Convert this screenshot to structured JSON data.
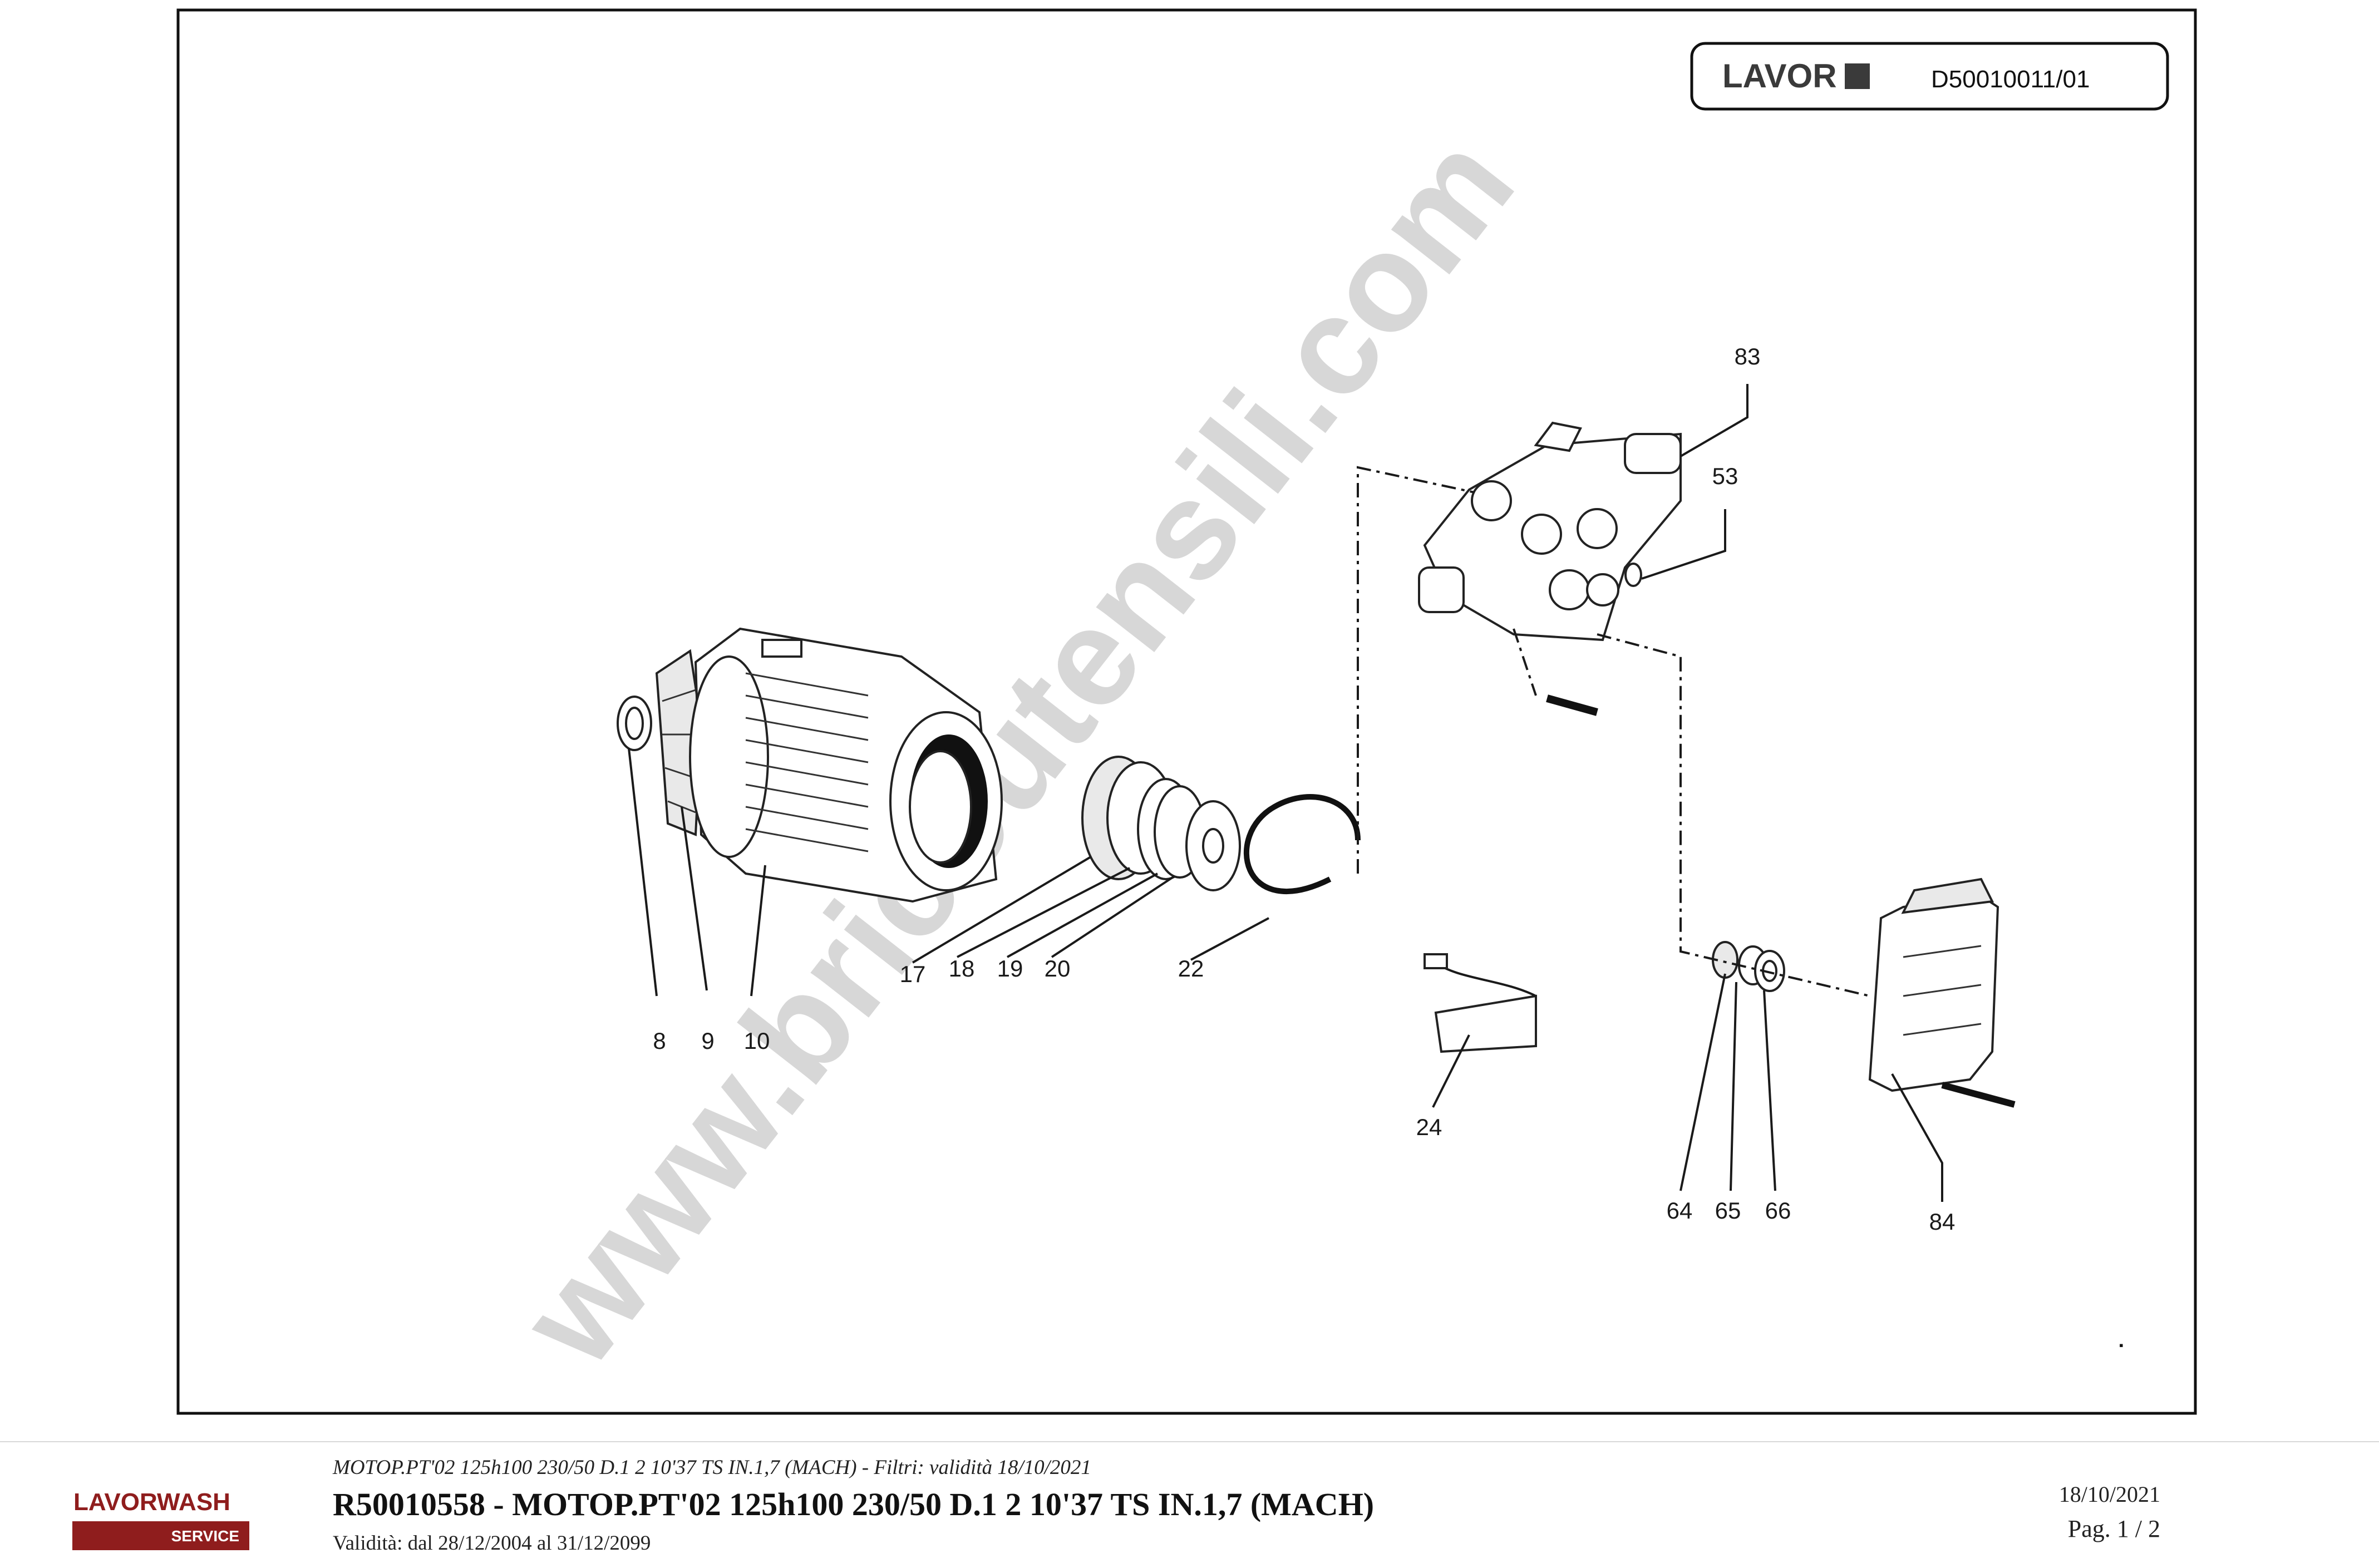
{
  "header": {
    "brand": "LAVOR",
    "doc_code": "D50010011/01"
  },
  "watermark": "www.bricoutensili.com",
  "callouts": {
    "p8": "8",
    "p9": "9",
    "p10": "10",
    "p17": "17",
    "p18": "18",
    "p19": "19",
    "p20": "20",
    "p22": "22",
    "p24": "24",
    "p53": "53",
    "p64": "64",
    "p65": "65",
    "p66": "66",
    "p83": "83",
    "p84": "84"
  },
  "footer": {
    "subtitle": "MOTOP.PT'02 125h100 230/50 D.1 2 10'37 TS IN.1,7 (MACH) - Filtri: validità 18/10/2021",
    "title": "R50010558 - MOTOP.PT'02 125h100 230/50 D.1 2 10'37 TS IN.1,7 (MACH)",
    "validity": "Validità: dal 28/12/2004 al 31/12/2099",
    "date": "18/10/2021",
    "page": "Pag. 1 / 2",
    "logo_text": "LAVORWASH",
    "logo_sub": "SERVICE"
  },
  "colors": {
    "logo_red": "#8f1d1d",
    "ink": "#1a1a1a",
    "watermark": "#c9c9c9"
  }
}
